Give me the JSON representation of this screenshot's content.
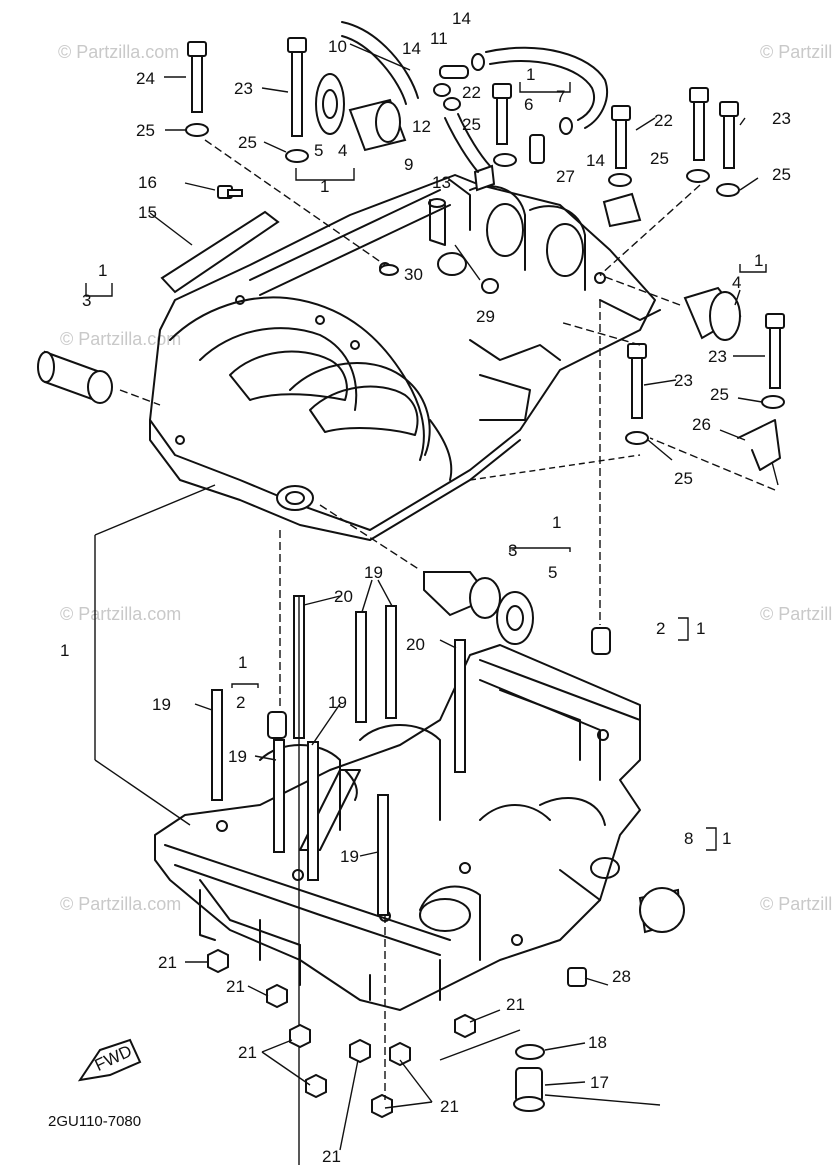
{
  "diagram": {
    "code": "2GU110-7080",
    "fwd_label": "FWD",
    "watermark": "© Partzilla.com",
    "callouts": [
      "1",
      "2",
      "3",
      "4",
      "5",
      "6",
      "7",
      "8",
      "9",
      "10",
      "11",
      "12",
      "13",
      "14",
      "15",
      "16",
      "17",
      "18",
      "19",
      "20",
      "21",
      "22",
      "23",
      "24",
      "25",
      "26",
      "27",
      "28",
      "29",
      "30"
    ]
  }
}
